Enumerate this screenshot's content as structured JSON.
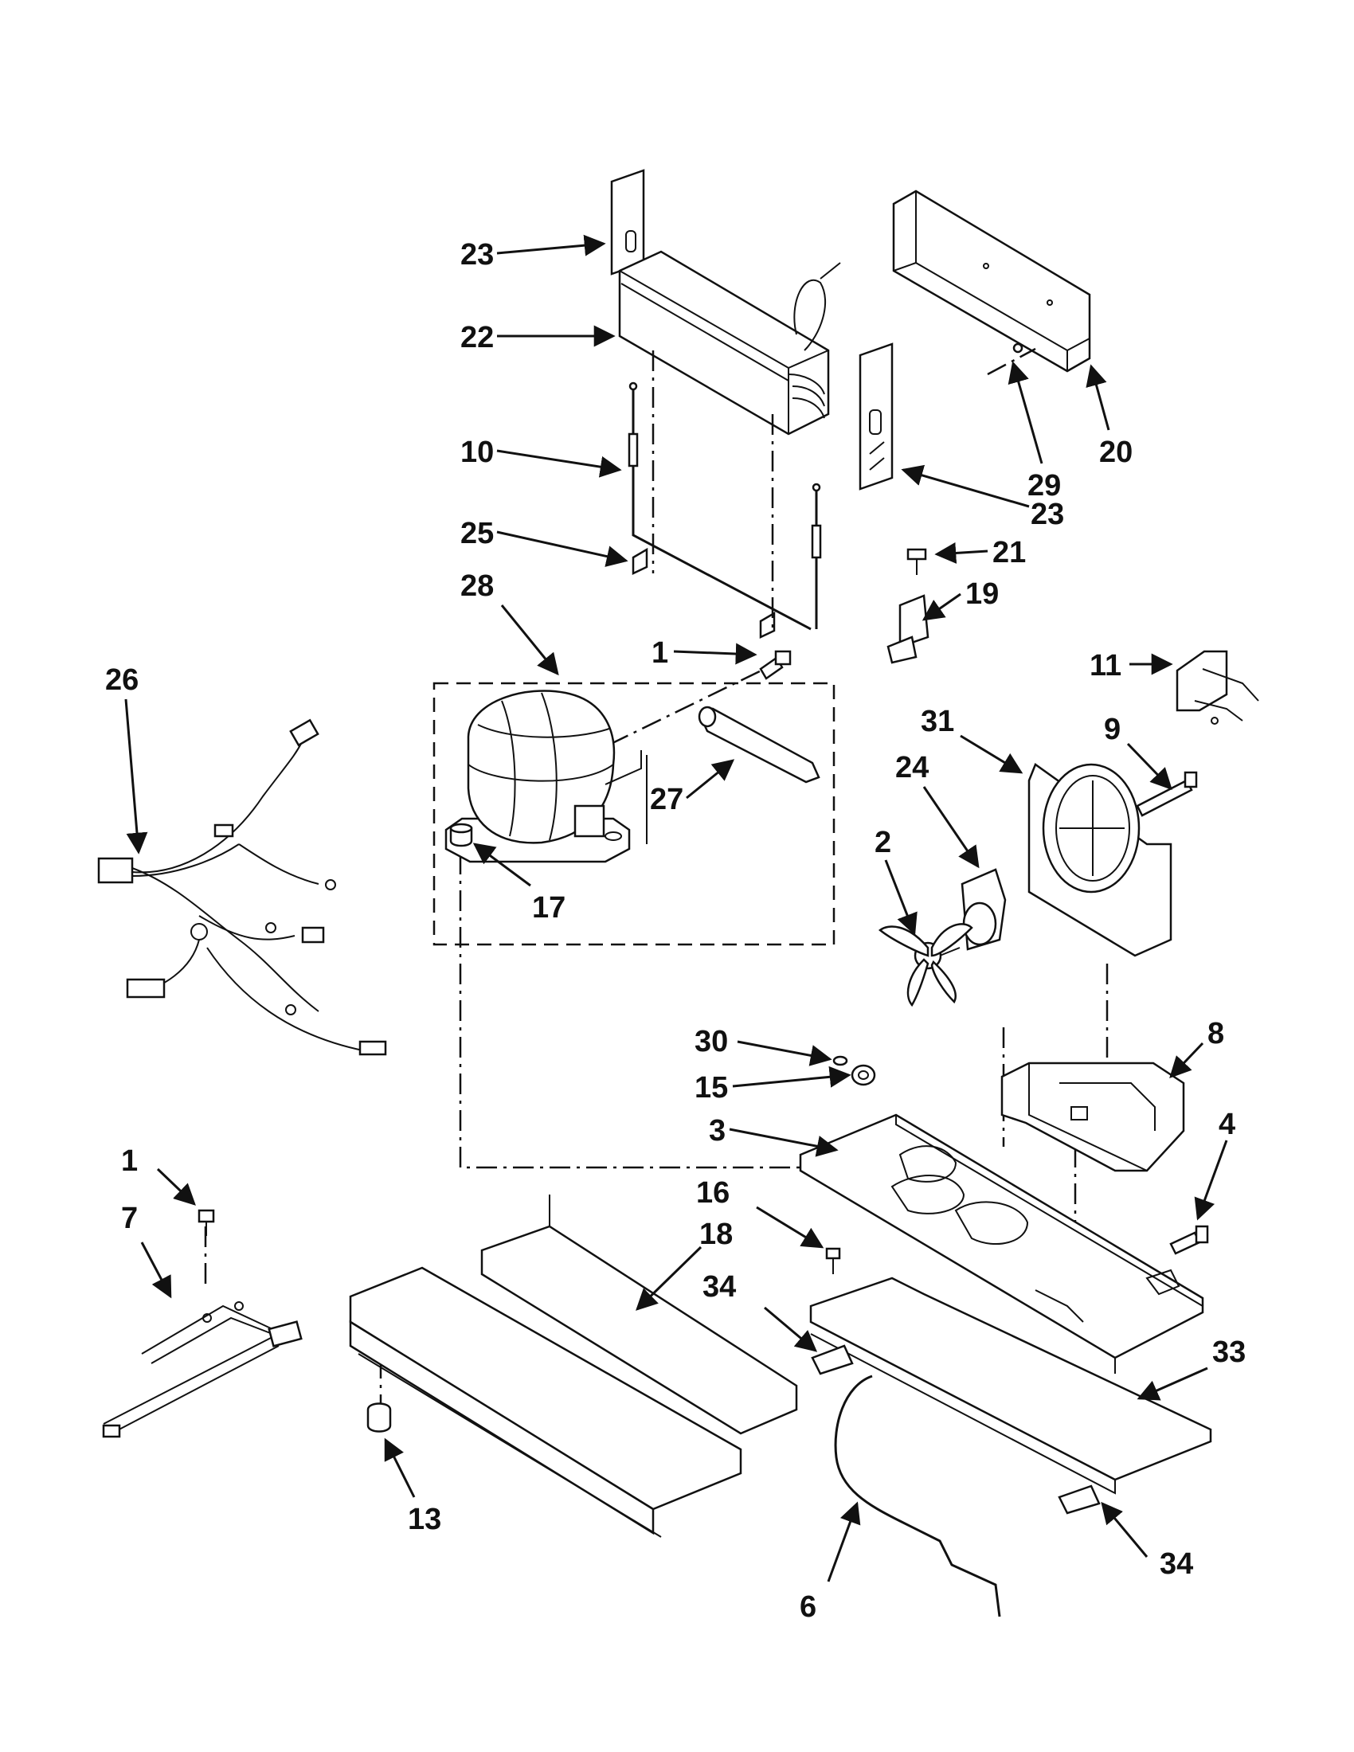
{
  "diagram": {
    "callouts": [
      {
        "id": "c23a",
        "label": "23"
      },
      {
        "id": "c22",
        "label": "22"
      },
      {
        "id": "c10",
        "label": "10"
      },
      {
        "id": "c25",
        "label": "25"
      },
      {
        "id": "c28",
        "label": "28"
      },
      {
        "id": "c26",
        "label": "26"
      },
      {
        "id": "c1a",
        "label": "1"
      },
      {
        "id": "c27",
        "label": "27"
      },
      {
        "id": "c17",
        "label": "17"
      },
      {
        "id": "c20",
        "label": "20"
      },
      {
        "id": "c29",
        "label": "29"
      },
      {
        "id": "c23b",
        "label": "23"
      },
      {
        "id": "c21",
        "label": "21"
      },
      {
        "id": "c19",
        "label": "19"
      },
      {
        "id": "c11",
        "label": "11"
      },
      {
        "id": "c31",
        "label": "31"
      },
      {
        "id": "c9",
        "label": "9"
      },
      {
        "id": "c24",
        "label": "24"
      },
      {
        "id": "c2",
        "label": "2"
      },
      {
        "id": "c8",
        "label": "8"
      },
      {
        "id": "c30",
        "label": "30"
      },
      {
        "id": "c15",
        "label": "15"
      },
      {
        "id": "c3",
        "label": "3"
      },
      {
        "id": "c4",
        "label": "4"
      },
      {
        "id": "c1b",
        "label": "1"
      },
      {
        "id": "c7",
        "label": "7"
      },
      {
        "id": "c16",
        "label": "16"
      },
      {
        "id": "c18",
        "label": "18"
      },
      {
        "id": "c34a",
        "label": "34"
      },
      {
        "id": "c33",
        "label": "33"
      },
      {
        "id": "c13",
        "label": "13"
      },
      {
        "id": "c6",
        "label": "6"
      },
      {
        "id": "c34b",
        "label": "34"
      }
    ]
  }
}
